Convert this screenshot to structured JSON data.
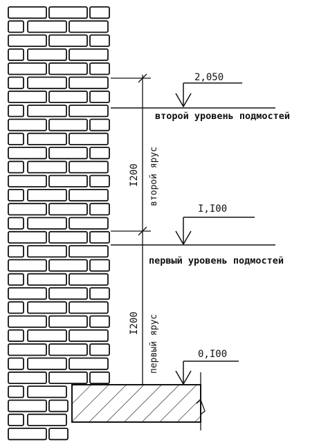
{
  "levels": {
    "second": {
      "mark": "2,050",
      "caption": "второй уровень подмостей"
    },
    "first": {
      "mark": "I,I00",
      "caption": "первый уровень подмостей"
    },
    "base": {
      "mark": "0,I00"
    }
  },
  "tiers": {
    "upper": {
      "dimension": "I200",
      "name": "второй ярус"
    },
    "lower": {
      "dimension": "I200",
      "name": "первый ярус"
    }
  },
  "colors": {
    "ink": "#111111",
    "background": "#ffffff"
  }
}
